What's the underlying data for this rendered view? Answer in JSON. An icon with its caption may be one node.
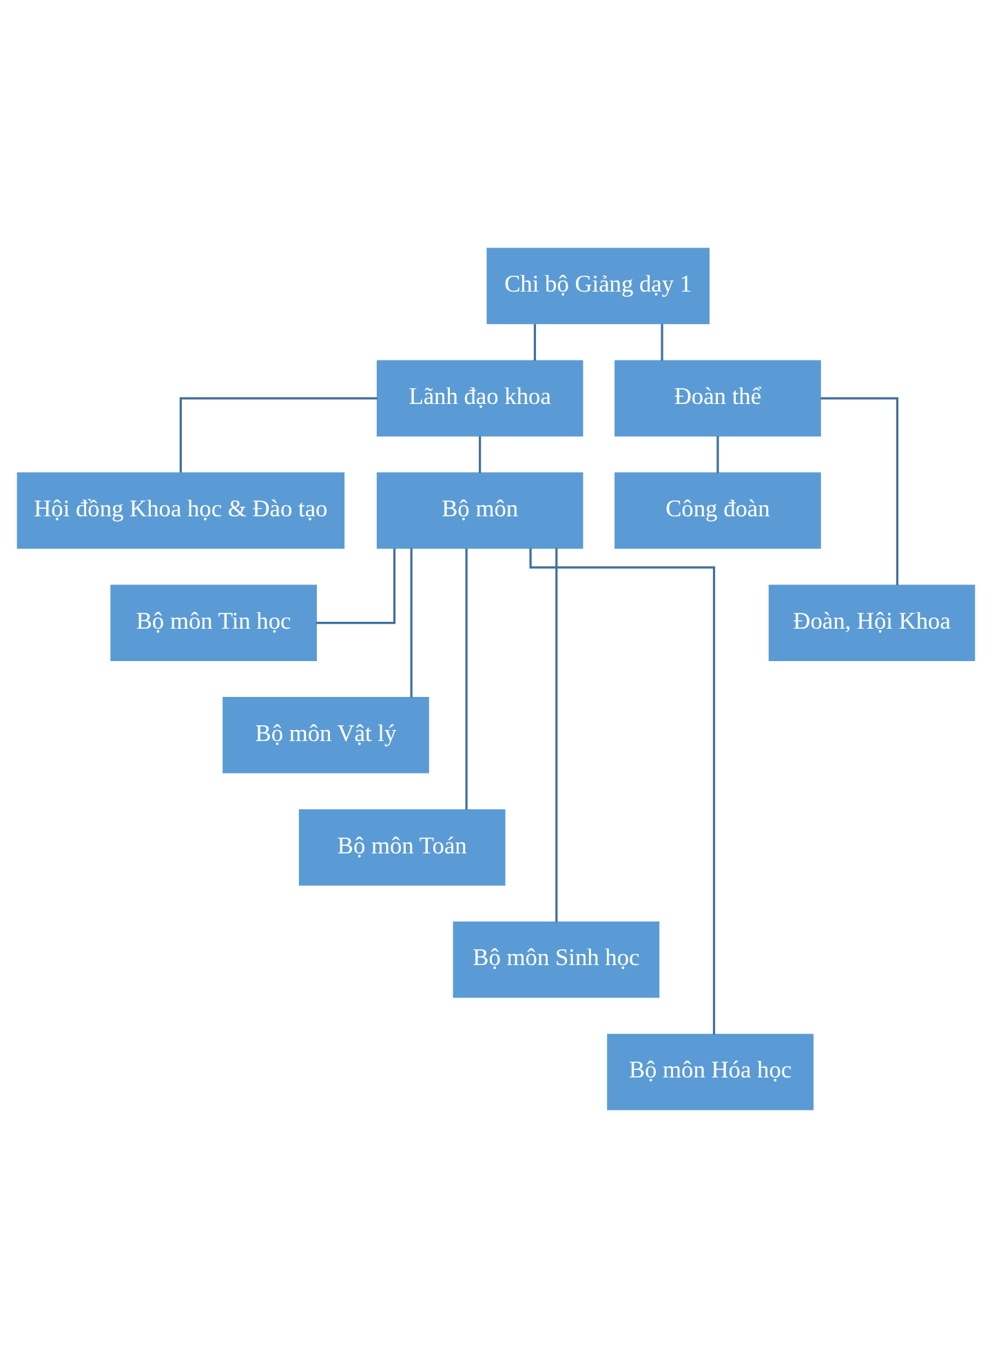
{
  "diagram": {
    "nodes": [
      {
        "text": [
          "Chi bộ Giảng dạy 1"
        ]
      },
      {
        "text": [
          "Lãnh đạo khoa"
        ]
      },
      {
        "text": [
          "Đoàn thể"
        ]
      },
      {
        "text": [
          "Hội đồng Khoa học & Đào tạo"
        ]
      },
      {
        "text": [
          "Bộ môn"
        ]
      },
      {
        "text": [
          "Công đoàn"
        ]
      },
      {
        "text": [
          "Đoàn, Hội Khoa"
        ]
      },
      {
        "text": [
          "Bộ môn Tin học"
        ]
      },
      {
        "text": [
          "Bộ môn Vật lý"
        ]
      },
      {
        "text": [
          "Bộ môn Toán"
        ]
      },
      {
        "text": [
          "Bộ môn Sinh học"
        ]
      },
      {
        "text": [
          "Bộ môn Hóa học"
        ]
      }
    ],
    "edges": [
      {
        "from": 0,
        "to": 1,
        "arrow": "none"
      },
      {
        "from": 0,
        "to": 2,
        "arrow": "none"
      },
      {
        "from": 1,
        "to": 3,
        "arrow": "none"
      },
      {
        "from": 1,
        "to": 4,
        "arrow": "none"
      },
      {
        "from": 4,
        "to": 7,
        "arrow": "none"
      },
      {
        "from": 4,
        "to": 8,
        "arrow": "none"
      },
      {
        "from": 4,
        "to": 9,
        "arrow": "none"
      },
      {
        "from": 4,
        "to": 10,
        "arrow": "none"
      },
      {
        "from": 4,
        "to": 11,
        "arrow": "none"
      },
      {
        "from": 2,
        "to": 5,
        "arrow": "none"
      },
      {
        "from": 2,
        "to": 6,
        "arrow": "none"
      }
    ]
  }
}
